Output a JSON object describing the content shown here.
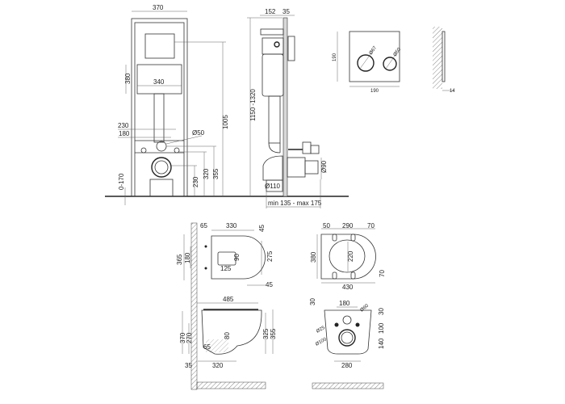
{
  "front_view": {
    "width": "370",
    "flush_height": "380",
    "flush_width": "340",
    "stud_outer": "230",
    "stud_inner": "180",
    "drain_diameter": "Ø50",
    "height_total": "1005",
    "h355": "355",
    "h320": "320",
    "h230": "230",
    "leg_adjust": "0-170"
  },
  "side_view": {
    "depth": "152",
    "panel": "35",
    "height_range": "1150 -1320",
    "outlet_diameter": "Ø110",
    "inlet_diameter": "Ø90",
    "wall_distance": "min 135 - max 175"
  },
  "flush_plate": {
    "height": "190",
    "width": "190",
    "button_large": "Ø67",
    "button_small": "Ø50",
    "thickness": "14"
  },
  "bowl_top": {
    "offset": "65",
    "length": "330",
    "front": "45",
    "width": "365",
    "bolt_spacing": "180",
    "opening_depth": "90",
    "opening_width": "125",
    "inner_length": "275",
    "rear": "45"
  },
  "seat_top": {
    "left": "50",
    "length": "290",
    "right": "70",
    "width": "380",
    "inner": "220",
    "back": "70",
    "overall": "430"
  },
  "bowl_side": {
    "length": "485",
    "height": "370",
    "h270": "270",
    "water_depth": "80",
    "outlet_h": "65",
    "h325": "325",
    "h355": "355",
    "gap": "35",
    "outlet_dist": "320"
  },
  "bowl_rear": {
    "top": "30",
    "bolt_spacing": "180",
    "inlet": "Ø60",
    "top_right": "30",
    "bolt_diameter": "Ø25",
    "h100": "100",
    "outlet": "Ø100",
    "h140": "140",
    "width": "280"
  }
}
